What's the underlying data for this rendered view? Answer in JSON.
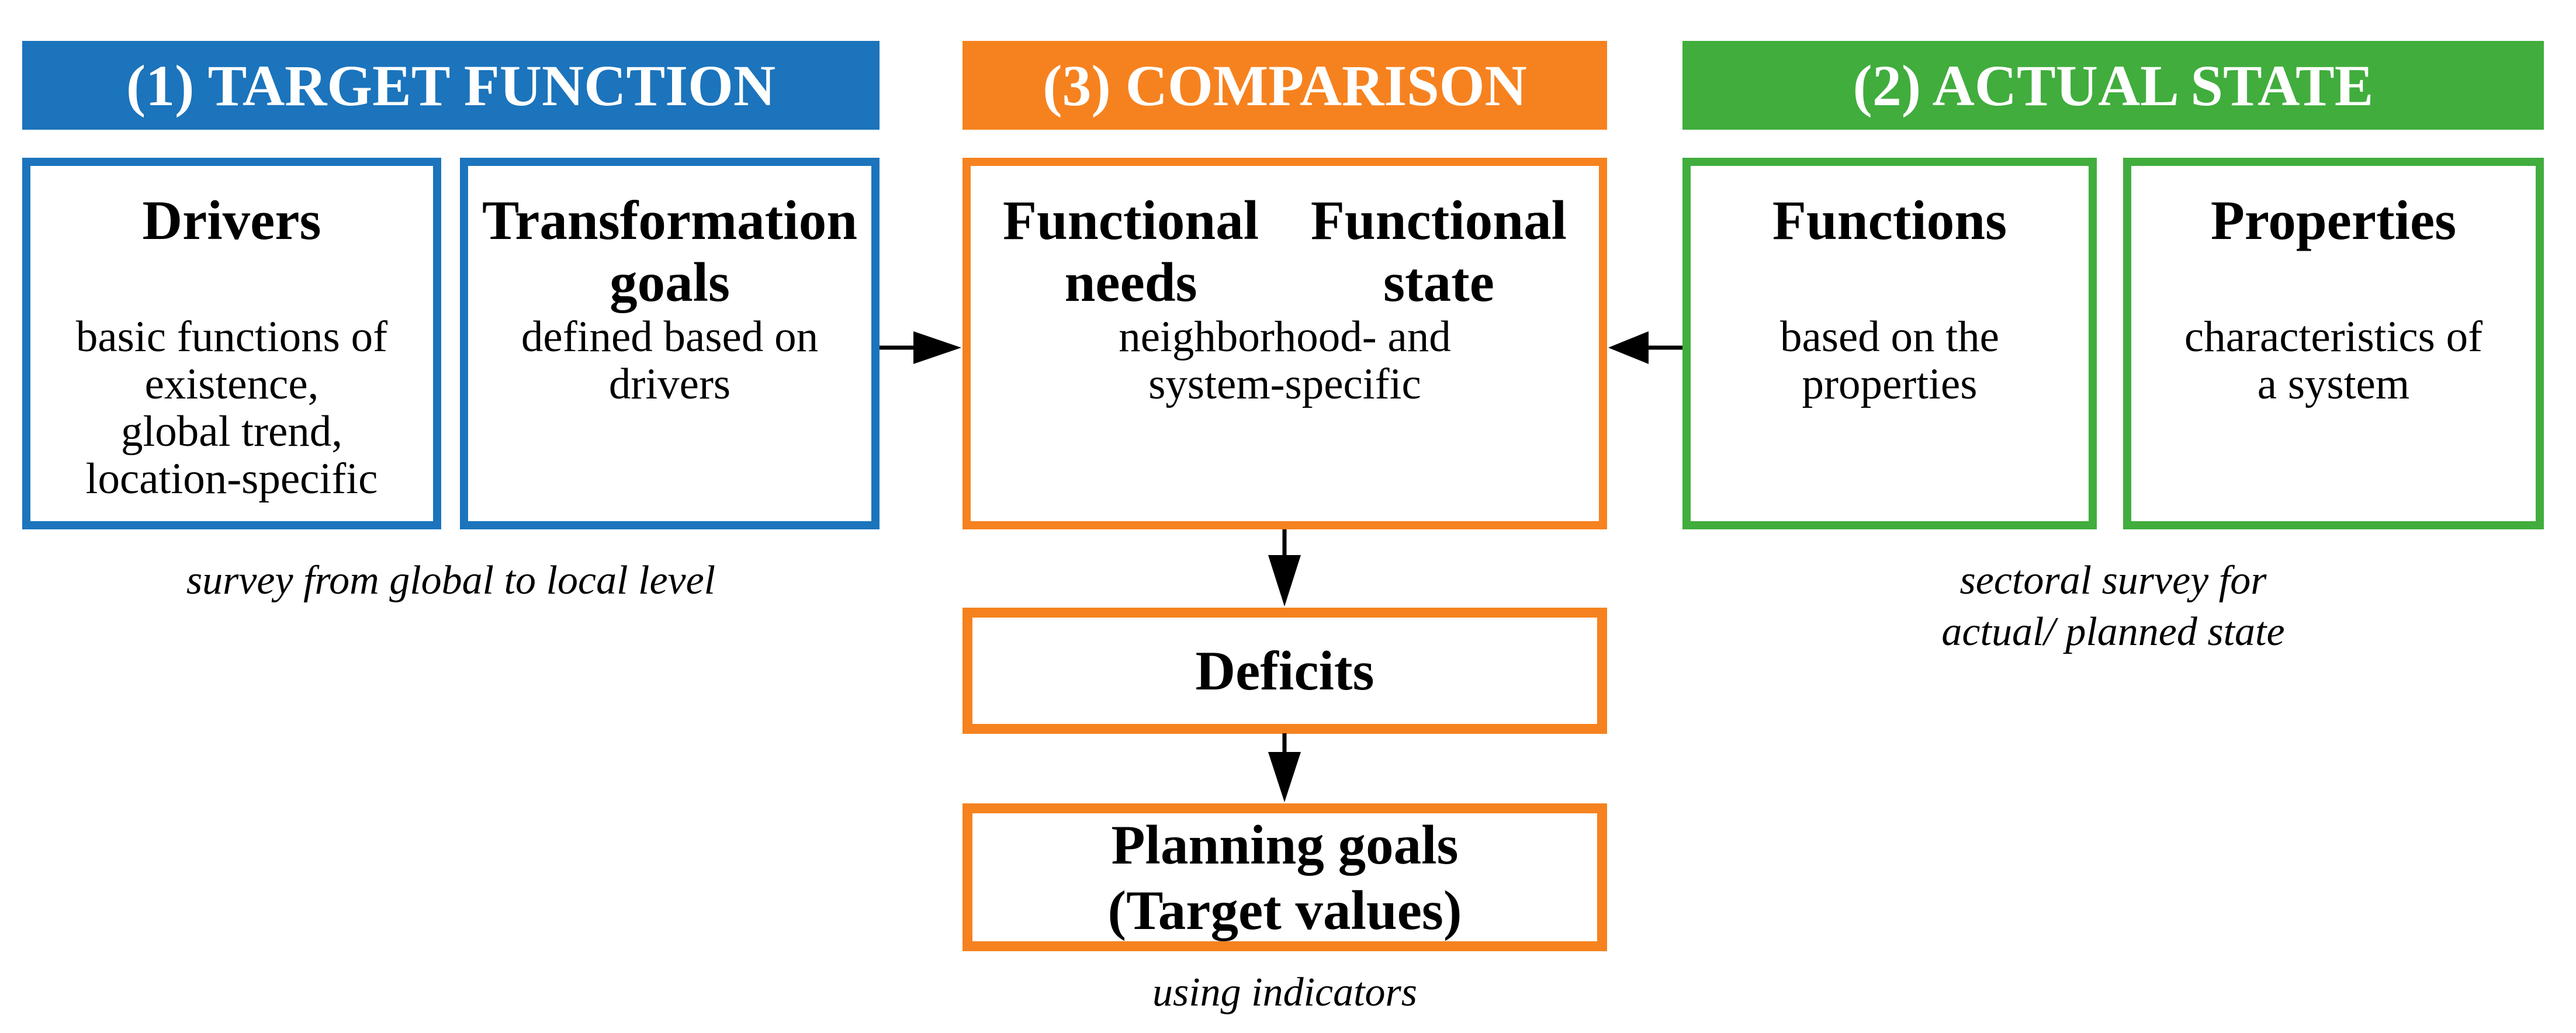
{
  "colors": {
    "blue": "#1b74bc",
    "orange": "#f6821f",
    "green": "#41ad3d",
    "arrow": "#000000",
    "text": "#000000",
    "background": "#ffffff"
  },
  "headers": {
    "target_function": {
      "label": "(1) TARGET FUNCTION"
    },
    "comparison": {
      "label": "(3) COMPARISON"
    },
    "actual_state": {
      "label": "(2) ACTUAL STATE"
    }
  },
  "boxes": {
    "drivers": {
      "title": "Drivers",
      "body_lines": [
        "basic functions of",
        "existence,",
        "global trend,",
        "location-specific"
      ]
    },
    "transformation_goals": {
      "title_lines": [
        "Transformation",
        "goals"
      ],
      "body_lines": [
        "defined based on",
        "drivers"
      ]
    },
    "comparison": {
      "left_title_lines": [
        "Functional",
        "needs"
      ],
      "right_title_lines": [
        "Functional",
        "state"
      ],
      "body_lines": [
        "neighborhood- and",
        "system-specific"
      ]
    },
    "functions": {
      "title": "Functions",
      "body_lines": [
        "based on the",
        "properties"
      ]
    },
    "properties": {
      "title": "Properties",
      "body_lines": [
        "characteristics of",
        "a system"
      ]
    },
    "deficits": {
      "title": "Deficits"
    },
    "planning_goals": {
      "title_lines": [
        "Planning goals",
        "(Target values)"
      ]
    }
  },
  "captions": {
    "left": "survey from global to local level",
    "right_lines": [
      "sectoral survey for",
      "actual/ planned state"
    ],
    "bottom": "using indicators"
  }
}
